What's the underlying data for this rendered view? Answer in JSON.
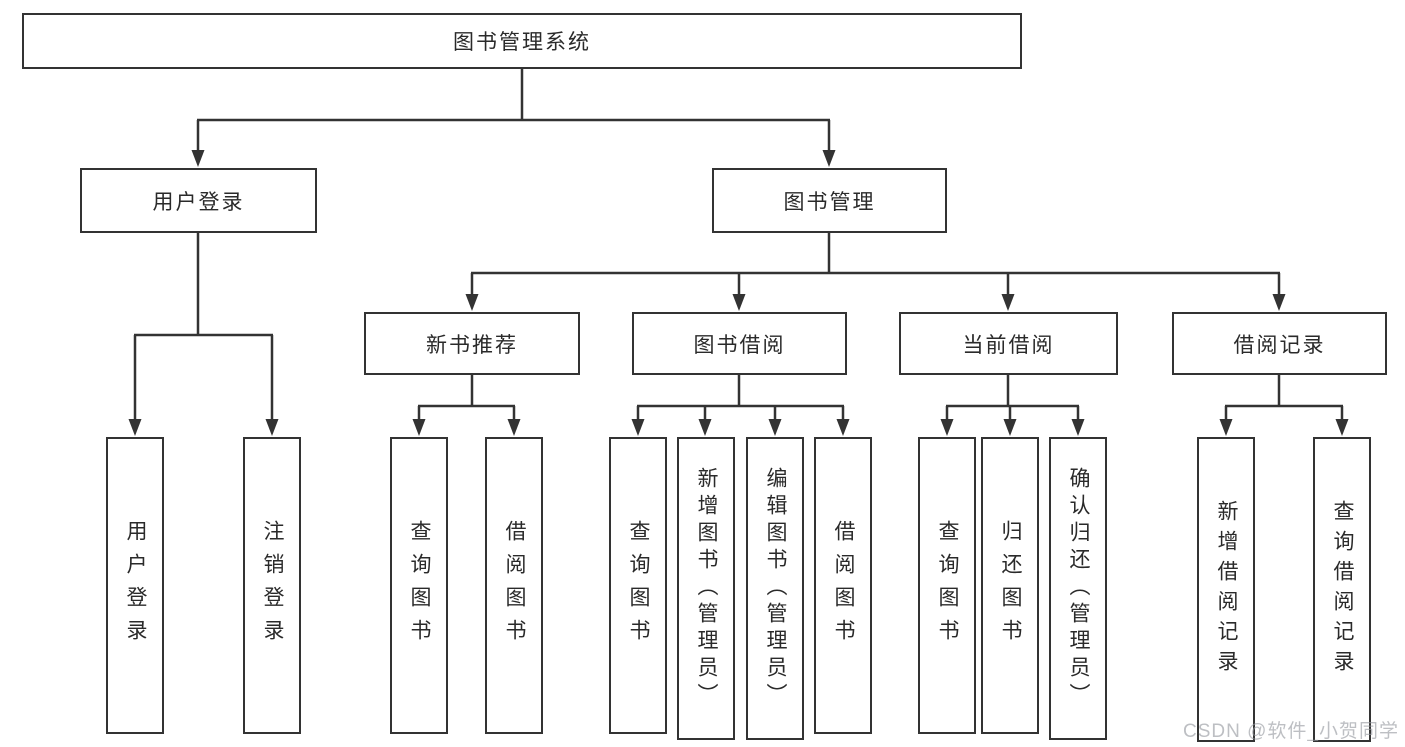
{
  "tree": {
    "label": "图书管理系统",
    "children": [
      {
        "label": "用户登录",
        "children": [
          {
            "label": "用户登录"
          },
          {
            "label": "注销登录"
          }
        ]
      },
      {
        "label": "图书管理",
        "children": [
          {
            "label": "新书推荐",
            "children": [
              {
                "label": "查询图书"
              },
              {
                "label": "借阅图书"
              }
            ]
          },
          {
            "label": "图书借阅",
            "children": [
              {
                "label": "查询图书"
              },
              {
                "label": "新增图书（管理员）"
              },
              {
                "label": "编辑图书（管理员）"
              },
              {
                "label": "借阅图书"
              }
            ]
          },
          {
            "label": "当前借阅",
            "children": [
              {
                "label": "查询图书"
              },
              {
                "label": "归还图书"
              },
              {
                "label": "确认归还（管理员）"
              }
            ]
          },
          {
            "label": "借阅记录",
            "children": [
              {
                "label": "新增借阅记录"
              },
              {
                "label": "查询借阅记录"
              }
            ]
          }
        ]
      }
    ]
  },
  "watermark": {
    "text": "CSDN @软件_小贺同学"
  },
  "colors": {
    "line": "#333333",
    "text": "#2a2a2a",
    "background": "#ffffff",
    "watermark": "#b9bcc2"
  }
}
